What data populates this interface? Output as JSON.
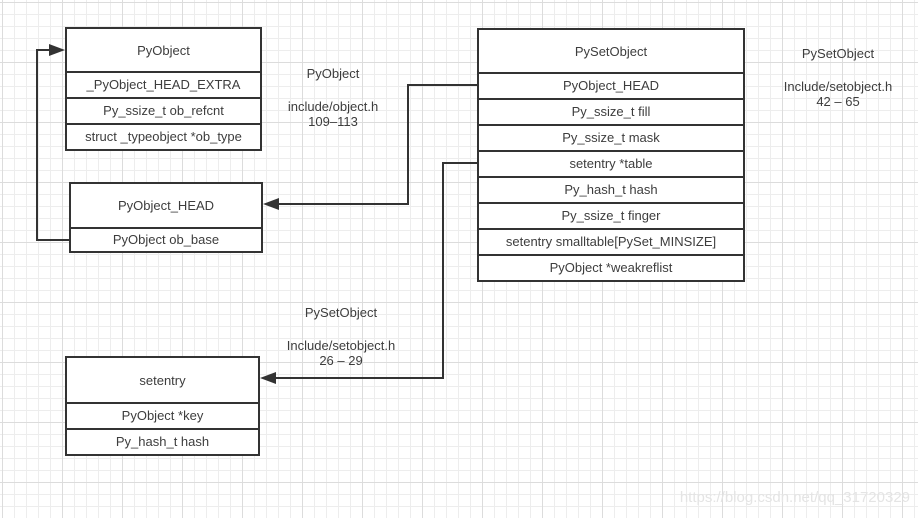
{
  "boxes": {
    "pyobject": {
      "title": "PyObject",
      "rows": [
        "_PyObject_HEAD_EXTRA",
        "Py_ssize_t ob_refcnt",
        "struct _typeobject *ob_type"
      ]
    },
    "pysetobject": {
      "title": "PySetObject",
      "rows": [
        "PyObject_HEAD",
        "Py_ssize_t fill",
        "Py_ssize_t mask",
        "setentry *table",
        "Py_hash_t hash",
        "Py_ssize_t finger",
        "setentry smalltable[PySet_MINSIZE]",
        "PyObject *weakreflist"
      ]
    },
    "pyobject_head": {
      "title": "PyObject_HEAD",
      "rows": [
        "PyObject ob_base"
      ]
    },
    "setentry": {
      "title": "setentry",
      "rows": [
        "PyObject *key",
        "Py_hash_t hash"
      ]
    }
  },
  "labels": {
    "pyobject_src": {
      "title": "PyObject",
      "file": "include/object.h",
      "lines": "109–113"
    },
    "pysetobject_src": {
      "title": "PySetObject",
      "file": "Include/setobject.h",
      "lines": "42 – 65"
    },
    "setentry_src": {
      "title": "PySetObject",
      "file": "Include/setobject.h",
      "lines": "26 – 29"
    }
  },
  "watermark": "https://blog.csdn.net/qq_31720329",
  "colors": {
    "line": "#333333",
    "text": "#3d3d3d",
    "grid_minor": "#ededed",
    "grid_major": "#dcdcdc",
    "watermark": "#e4e4e4"
  }
}
